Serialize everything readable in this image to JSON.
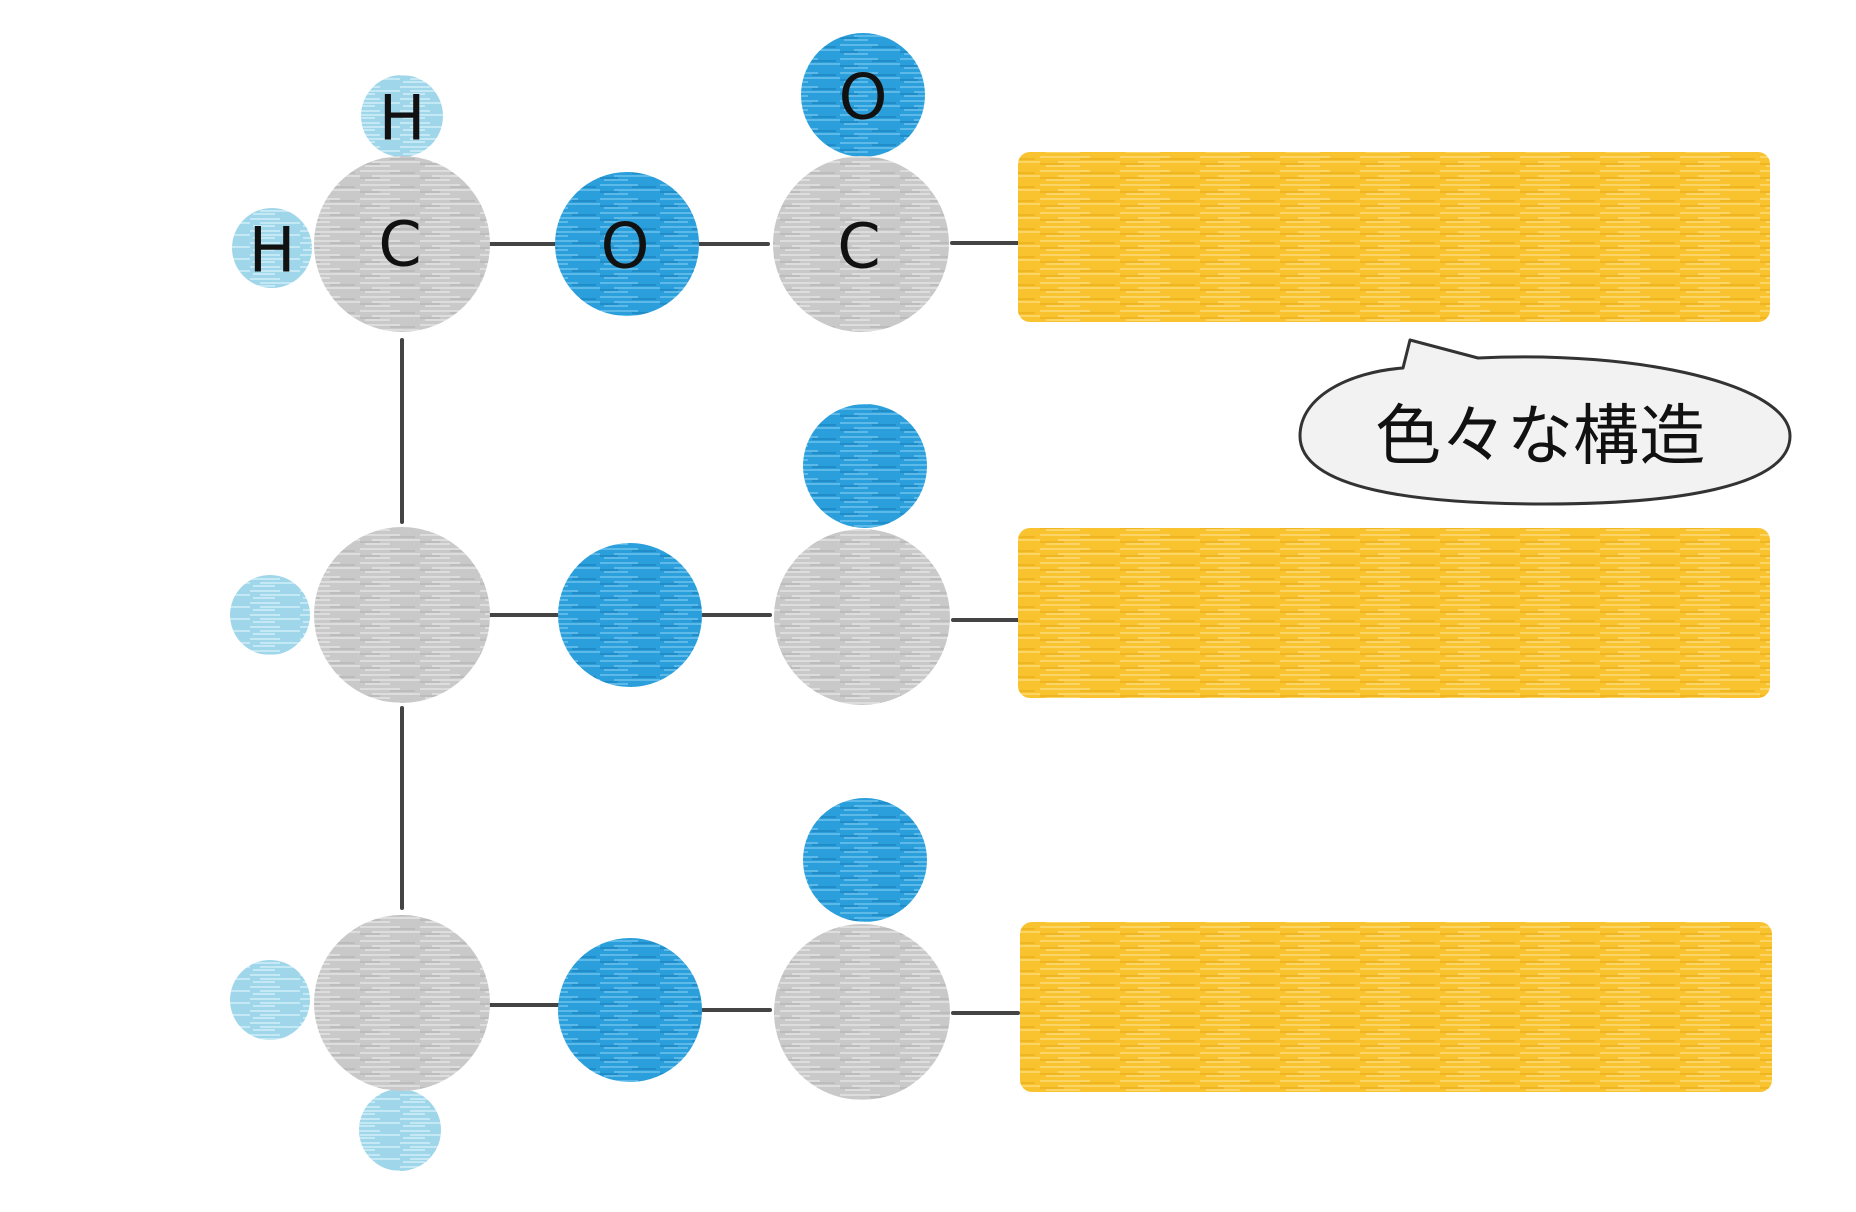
{
  "atoms": {
    "h_top": "H",
    "h_left": "H",
    "c_methyl": "C",
    "o_ether": "O",
    "o_carbonyl": "O",
    "c_carbonyl": "C"
  },
  "callout": {
    "text": "色々な構造"
  },
  "colors": {
    "carbon": "#c9c9c9",
    "oxygen": "#2b9fdc",
    "hydrogen": "#9fd6ea",
    "placeholder": "#f9c22f",
    "bond": "#444444",
    "callout_fill": "#f2f2f2",
    "callout_stroke": "#333333"
  }
}
